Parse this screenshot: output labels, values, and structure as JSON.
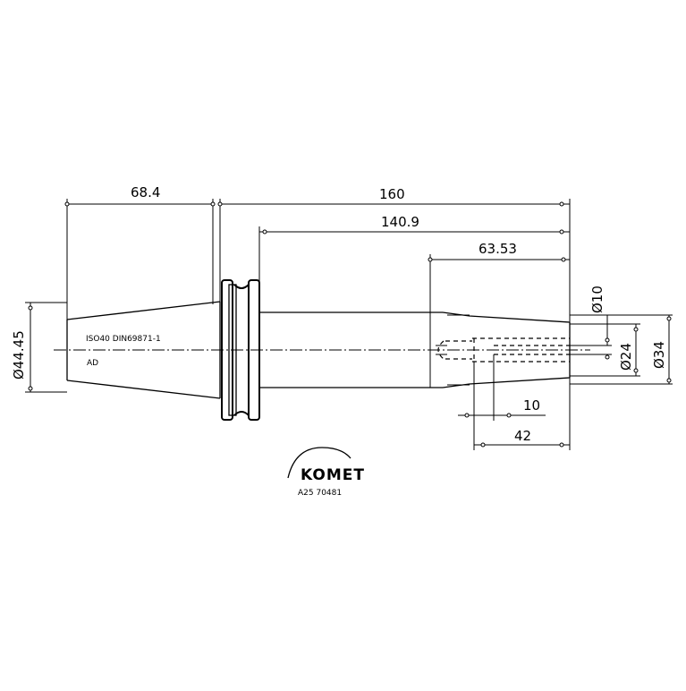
{
  "dimensions": {
    "length_68_4": "68.4",
    "length_160": "160",
    "length_140_9": "140.9",
    "length_63_53": "63.53",
    "diameter_44_45": "Ø44.45",
    "diameter_10": "Ø10",
    "diameter_24": "Ø24",
    "diameter_34": "Ø34",
    "length_10": "10",
    "length_42": "42"
  },
  "annotations": {
    "taper_spec": "ISO40 DIN69871-1",
    "taper_form": "AD"
  },
  "logo": {
    "brand": "KOMET",
    "part_number": "A25 70481"
  }
}
